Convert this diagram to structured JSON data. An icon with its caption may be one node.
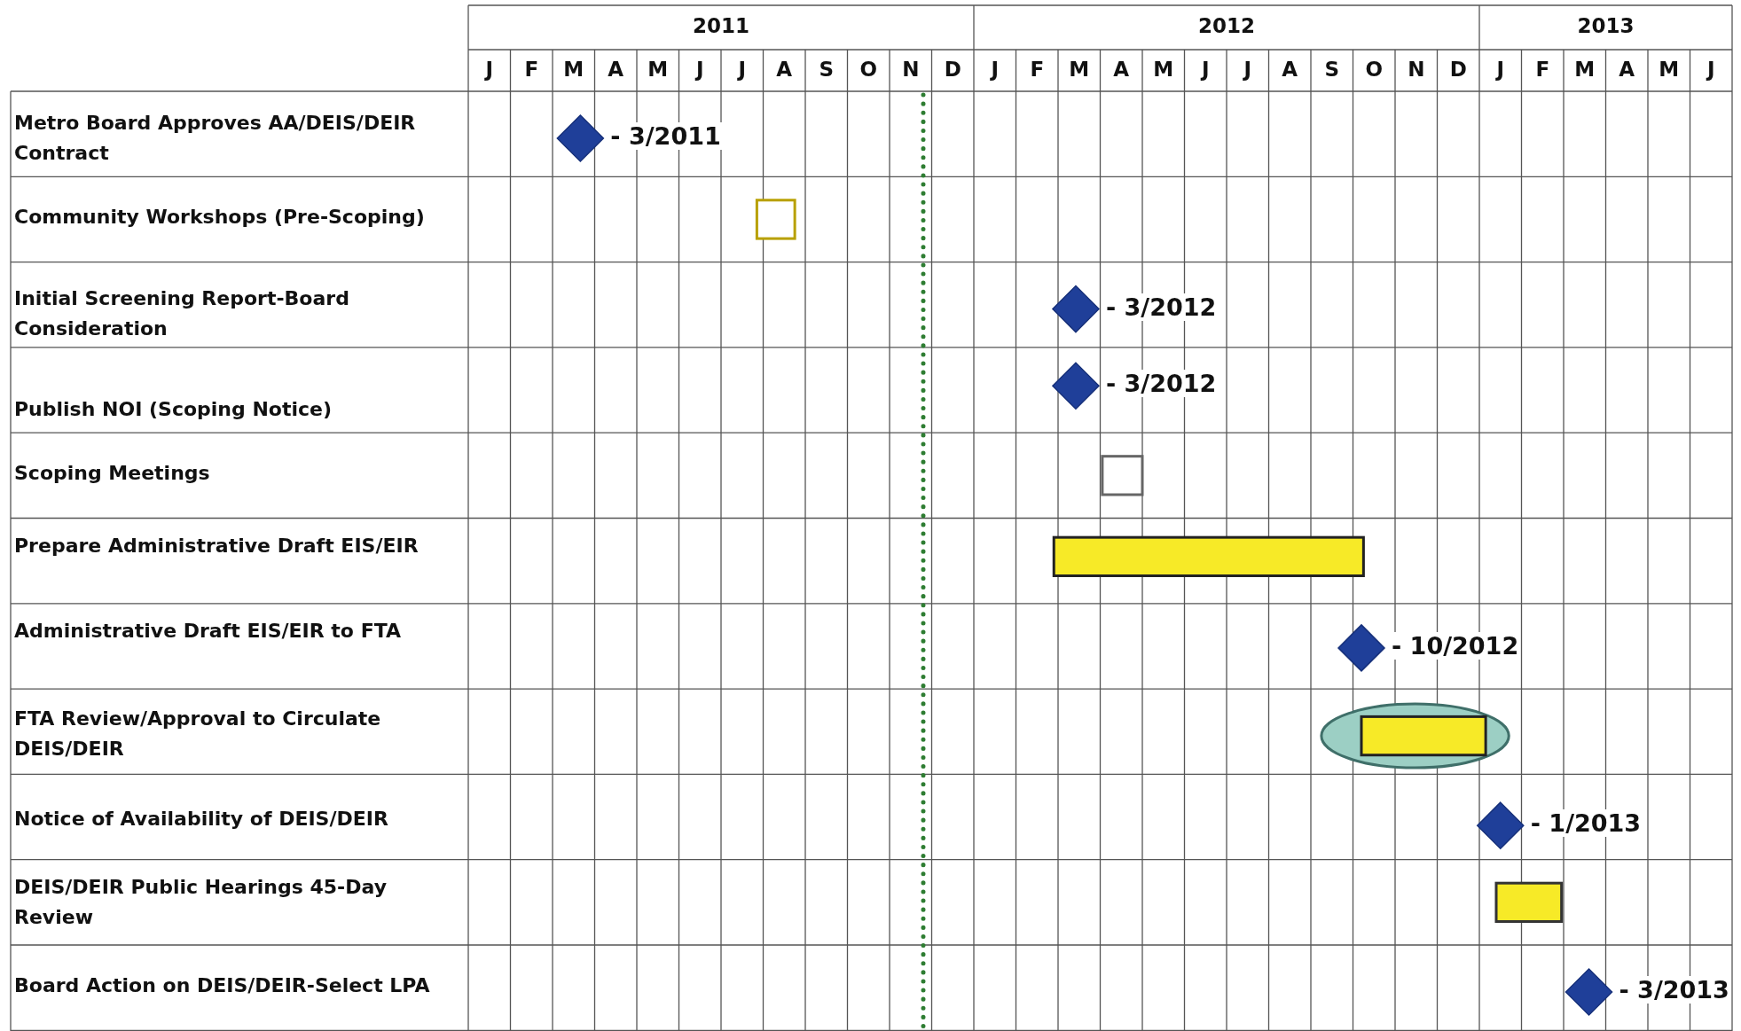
{
  "diagram": {
    "labels": [
      "2011",
      "2012",
      "2013",
      "J",
      "F",
      "M",
      "A",
      "M",
      "J",
      "J",
      "A",
      "S",
      "O",
      "N",
      "D",
      "J",
      "F",
      "M",
      "A",
      "M",
      "J",
      "J",
      "A",
      "S",
      "O",
      "N",
      "D",
      "J",
      "F",
      "M",
      "A",
      "M",
      "J",
      "Metro Board Approves AA/DEIS/DEIR Contract",
      "- 3/2011",
      "Community Workshops (Pre-Scoping)",
      "Initial Screening Report-Board Consideration",
      "- 3/2012",
      "Publish NOI (Scoping Notice)",
      "- 3/2012",
      "Scoping Meetings",
      "Prepare Administrative Draft EIS/EIR",
      "Administrative Draft EIS/EIR to FTA",
      "- 10/2012",
      "FTA Review/Approval to Circulate DEIS/DEIR",
      "Notice of Availability of DEIS/DEIR",
      "- 1/2013",
      "DEIS/DEIR Public Hearings 45-Day Review",
      "Board Action on DEIS/DEIR-Select LPA",
      "- 3/2013"
    ]
  }
}
